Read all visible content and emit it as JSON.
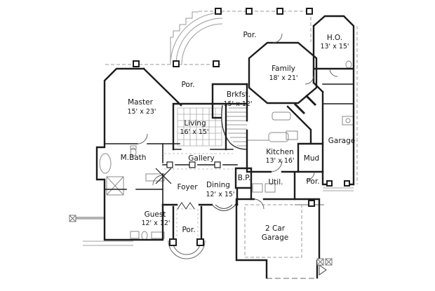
{
  "document": {
    "type": "residential first-floor plan drawing",
    "background_color": "#ffffff",
    "wall_color": "#1c1c1c",
    "detail_color": "#9a9a9a",
    "label_color": "#151515"
  },
  "rooms": {
    "porch_top": {
      "name": "Por."
    },
    "home_office": {
      "name": "H.O.",
      "dims": "13' x 15'"
    },
    "family": {
      "name": "Family",
      "dims": "18' x 21'"
    },
    "porch_left": {
      "name": "Por."
    },
    "master": {
      "name": "Master",
      "dims": "15' x 23'"
    },
    "breakfast": {
      "name": "Brkfst.",
      "dims": "15' x 12'"
    },
    "living": {
      "name": "Living",
      "dims": "16' x 15'"
    },
    "garage_side": {
      "name": "Garage"
    },
    "master_bath": {
      "name": "M.Bath"
    },
    "gallery": {
      "name": "Gallery"
    },
    "kitchen": {
      "name": "Kitchen",
      "dims": "13' x 16'"
    },
    "mud": {
      "name": "Mud"
    },
    "butlers_pantry": {
      "name": "B.P."
    },
    "foyer": {
      "name": "Foyer"
    },
    "dining": {
      "name": "Dining",
      "dims": "12' x 15'"
    },
    "utility": {
      "name": "Util."
    },
    "porch_right": {
      "name": "Por."
    },
    "guest": {
      "name": "Guest",
      "dims": "12' x 12'"
    },
    "porch_front": {
      "name": "Por."
    },
    "garage_2car": {
      "line1": "2 Car",
      "line2": "Garage"
    }
  }
}
